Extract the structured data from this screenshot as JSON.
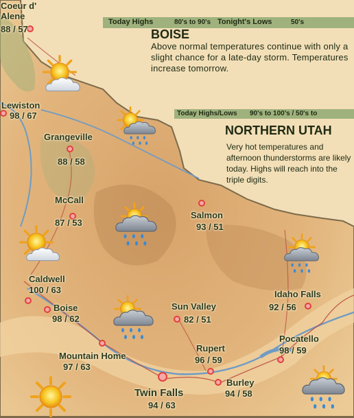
{
  "forecast_boise": {
    "banner_highs_label": "Today Highs",
    "banner_highs_value": "80's to 90's",
    "banner_lows_label": "Tonight's Lows",
    "banner_lows_value": "50's",
    "city": "BOISE",
    "text": "Above normal temperatures continue with only a slight chance for a late-day storm. Temperatures increase tomorrow."
  },
  "forecast_utah": {
    "banner_label": "Today Highs/Lows",
    "banner_value": "90's to 100's / 50's to",
    "city": "NORTHERN UTAH",
    "text": "Very hot temperatures and afternoon thunderstorms are likely today. Highs will reach into the triple digits."
  },
  "cities": [
    {
      "name": "Coeur d' Alene",
      "temps": "88 / 57"
    },
    {
      "name": "Lewiston",
      "temps": "98 / 67"
    },
    {
      "name": "Grangeville",
      "temps": "88 / 58"
    },
    {
      "name": "McCall",
      "temps": "87 / 53"
    },
    {
      "name": "Salmon",
      "temps": "93 / 51"
    },
    {
      "name": "Caldwell",
      "temps": "100 / 63"
    },
    {
      "name": "Boise",
      "temps": "98 / 62"
    },
    {
      "name": "Sun Valley",
      "temps": "82 / 51"
    },
    {
      "name": "Idaho Falls",
      "temps": "92 / 56"
    },
    {
      "name": "Pocatello",
      "temps": "98 / 59"
    },
    {
      "name": "Mountain Home",
      "temps": "97 / 63"
    },
    {
      "name": "Rupert",
      "temps": "96 / 59"
    },
    {
      "name": "Burley",
      "temps": "94 / 58"
    },
    {
      "name": "Twin Falls",
      "temps": "94 / 63"
    }
  ],
  "weather_icons": [
    "sun-cloud-icon",
    "sun-storm-icon",
    "sun-icon"
  ],
  "colors": {
    "terrain_light": "#e9c58d",
    "terrain_dark": "#c8915a",
    "forest": "#a6b07a",
    "water": "#6f9bc4",
    "banner": "#9fb27e",
    "city_marker": "#e2403a"
  }
}
